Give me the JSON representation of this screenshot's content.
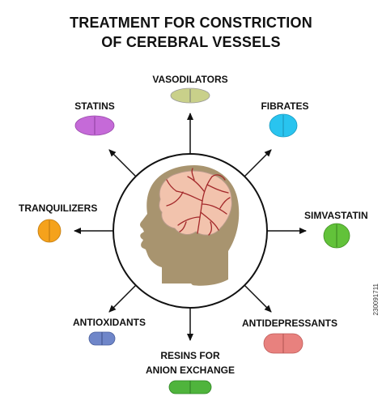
{
  "title": {
    "line1": "TREATMENT FOR CONSTRICTION",
    "line2": "OF CEREBRAL VESSELS"
  },
  "treatments": {
    "vasodilators": {
      "label": "VASODILATORS",
      "pill_color": "#c9d08a"
    },
    "statins": {
      "label": "STATINS",
      "pill_color": "#c56ad8"
    },
    "fibrates": {
      "label": "FIBRATES",
      "pill_color": "#29c4ef"
    },
    "tranquilizers": {
      "label": "TRANQUILIZERS",
      "pill_color": "#f5a21c"
    },
    "simvastatin": {
      "label": "SIMVASTATIN",
      "pill_color": "#62c23a"
    },
    "antioxidants": {
      "label": "ANTIOXIDANTS",
      "pill_color": "#6f86c9"
    },
    "antidepressants": {
      "label": "ANTIDEPRESSANTS",
      "pill_color": "#e8817e"
    },
    "resins": {
      "label_line1": "RESINS FOR",
      "label_line2": "ANION EXCHANGE",
      "pill_color": "#4fb43c"
    }
  },
  "stock_id": "230091711",
  "colors": {
    "head": "#a8946f",
    "brain": "#f2c3ad",
    "vessels": "#a3282a",
    "circle": "#111111"
  }
}
